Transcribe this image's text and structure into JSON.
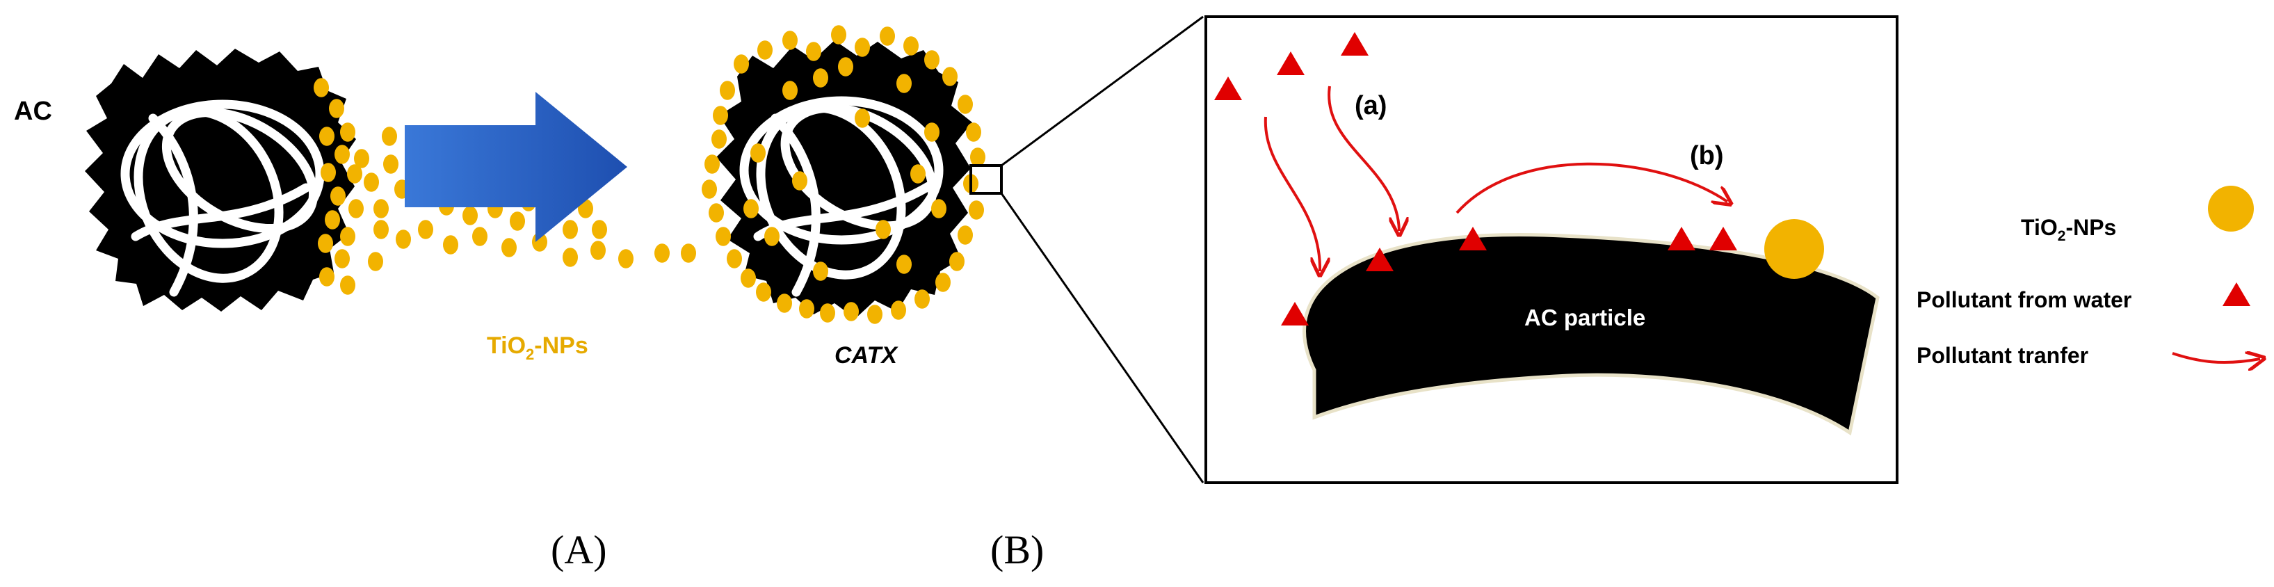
{
  "labels": {
    "ac": "AC",
    "tio2_np_prefix": "TiO",
    "tio2_np_sub": "2",
    "tio2_np_suffix": "-NPs",
    "catx": "CATX",
    "step_a": "(a)",
    "step_b": "(b)",
    "ac_particle": "AC particle",
    "panel_a": "(A)",
    "panel_b": "(B)"
  },
  "legend": {
    "tio2_prefix": "TiO",
    "tio2_sub": "2",
    "tio2_suffix": "-NPs",
    "pollutant": "Pollutant from water",
    "transfer": "Pollutant tranfer"
  },
  "colors": {
    "nanoparticle": "#F2B300",
    "pollutant": "#E00000",
    "transfer_arrow": "#E01010",
    "carbon": "#000000",
    "process_arrow": "#3A6FD8",
    "tio2_text": "#E6AA00"
  }
}
